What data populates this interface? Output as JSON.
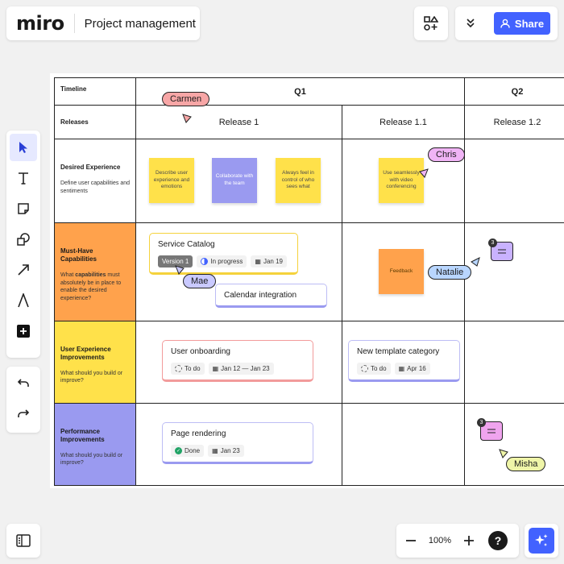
{
  "app": {
    "logo": "miro",
    "board_title": "Project management"
  },
  "header": {
    "share_label": "Share"
  },
  "toolbar": {
    "tools": [
      "select-tool",
      "text-tool",
      "sticky-note-tool",
      "shapes-tool",
      "connector-tool",
      "pen-tool",
      "more-tools"
    ]
  },
  "zoom": {
    "level": "100%",
    "help": "?"
  },
  "grid": {
    "labels": {
      "timeline": "Timeline",
      "releases": "Releases"
    },
    "quarters": [
      "Q1",
      "Q2"
    ],
    "releases": [
      "Release 1",
      "Release 1.1",
      "Release 1.2"
    ],
    "rows": [
      {
        "title": "Desired Experience",
        "desc": "Define user capabilities and sentiments",
        "color": "#ffffff"
      },
      {
        "title": "Must-Have Capabilities",
        "desc_pre": "What ",
        "desc_bold": "capabilities",
        "desc_post": " must absolutely be in place to enable the desired experience?",
        "color": "#ffa24c"
      },
      {
        "title": "User Experience Improvements",
        "desc": "What should you build or improve?",
        "color": "#ffe14a"
      },
      {
        "title": "Performance Improvements",
        "desc": "What should you build or improve?",
        "color": "#9a9af0"
      }
    ]
  },
  "stickies": [
    {
      "text": "Describe user experience and emotions",
      "color": "yellow"
    },
    {
      "text": "Collaborate with the team",
      "color": "purple"
    },
    {
      "text": "Always feel in control of who sees what",
      "color": "yellow"
    },
    {
      "text": "Use seamlessly with video conferencing",
      "color": "yellow"
    },
    {
      "text": "Feedback",
      "color": "orange"
    }
  ],
  "cards": {
    "service_catalog": {
      "title": "Service Catalog",
      "tag": "Version 1",
      "status": "In progress",
      "date": "Jan 19"
    },
    "calendar": {
      "title": "Calendar integration"
    },
    "onboarding": {
      "title": "User onboarding",
      "status": "To do",
      "date": "Jan 12 — Jan 23"
    },
    "template": {
      "title": "New template category",
      "status": "To do",
      "date": "Apr 16"
    },
    "rendering": {
      "title": "Page rendering",
      "status": "Done",
      "date": "Jan 23"
    }
  },
  "cursors": [
    {
      "name": "Carmen",
      "color": "#f7a6a6"
    },
    {
      "name": "Chris",
      "color": "#f0b4f5"
    },
    {
      "name": "Mae",
      "color": "#c9c9ff"
    },
    {
      "name": "Natalie",
      "color": "#b9d6ff"
    },
    {
      "name": "Misha",
      "color": "#eff5a8"
    }
  ],
  "comments": [
    {
      "count": "3",
      "color": "#c9b2ff"
    },
    {
      "count": "3",
      "color": "#f0a4ee"
    }
  ]
}
